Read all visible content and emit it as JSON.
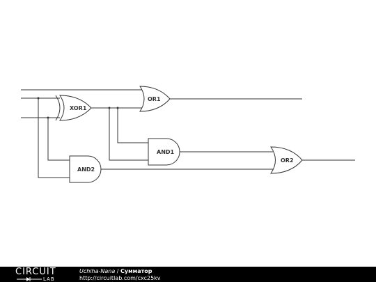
{
  "gates": {
    "xor1": "XOR1",
    "or1": "OR1",
    "and1": "AND1",
    "and2": "AND2",
    "or2": "OR2"
  },
  "footer": {
    "logo_top": "CIRCUIT",
    "logo_bottom": "LAB",
    "author": "Uchiha-Nana",
    "separator": " / ",
    "title": "Сумматор",
    "url": "http://circuitlab.com/cxc25kv"
  }
}
